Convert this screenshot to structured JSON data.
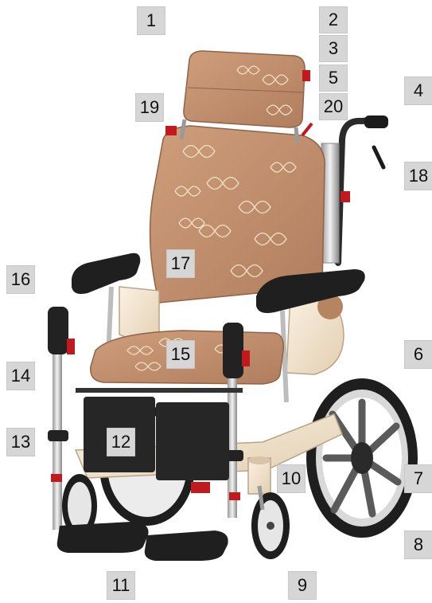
{
  "callouts": {
    "c1": "1",
    "c2": "2",
    "c3": "3",
    "c4": "4",
    "c5": "5",
    "c6": "6",
    "c7": "7",
    "c8": "8",
    "c9": "9",
    "c10": "10",
    "c11": "11",
    "c12": "12",
    "c13": "13",
    "c14": "14",
    "c15": "15",
    "c16": "16",
    "c17": "17",
    "c18": "18",
    "c19": "19",
    "c20": "20"
  },
  "colors": {
    "callout_bg": "#d6d6d6",
    "upholstery": "#c4926e",
    "upholstery_dark": "#a8785a",
    "butterfly_line": "#f3e3c8",
    "frame": "#cfcfcf",
    "frame_cream": "#f0e2cc",
    "armrest": "#1f1f1f",
    "tire": "#222222",
    "accent_red": "#c0191e"
  }
}
